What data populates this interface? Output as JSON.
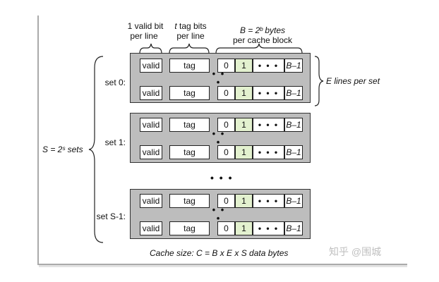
{
  "header": {
    "valid_line1": "1 valid bit",
    "valid_line2": "per line",
    "tag_line1_var": "t",
    "tag_line1_rest": " tag bits",
    "tag_line2": "per line",
    "bytes_line1": "B = 2ᵇ bytes",
    "bytes_line2": "per cache block"
  },
  "lines_per_set": "E lines per set",
  "sets_label": "S = 2ˢ sets",
  "cell_labels": {
    "valid": "valid",
    "tag": "tag",
    "byte0": "0",
    "byte1": "1",
    "ellipsis": "• • •",
    "last": "B–1"
  },
  "line_ellipsis": "• • •",
  "sets": [
    {
      "label": "set 0:"
    },
    {
      "label": "set 1:"
    },
    {
      "label": "set S-1:"
    }
  ],
  "between_sets_ellipsis": "• • •",
  "cache_size": "Cache size:  C = B x E x S data bytes",
  "watermark": "知乎 @围城"
}
